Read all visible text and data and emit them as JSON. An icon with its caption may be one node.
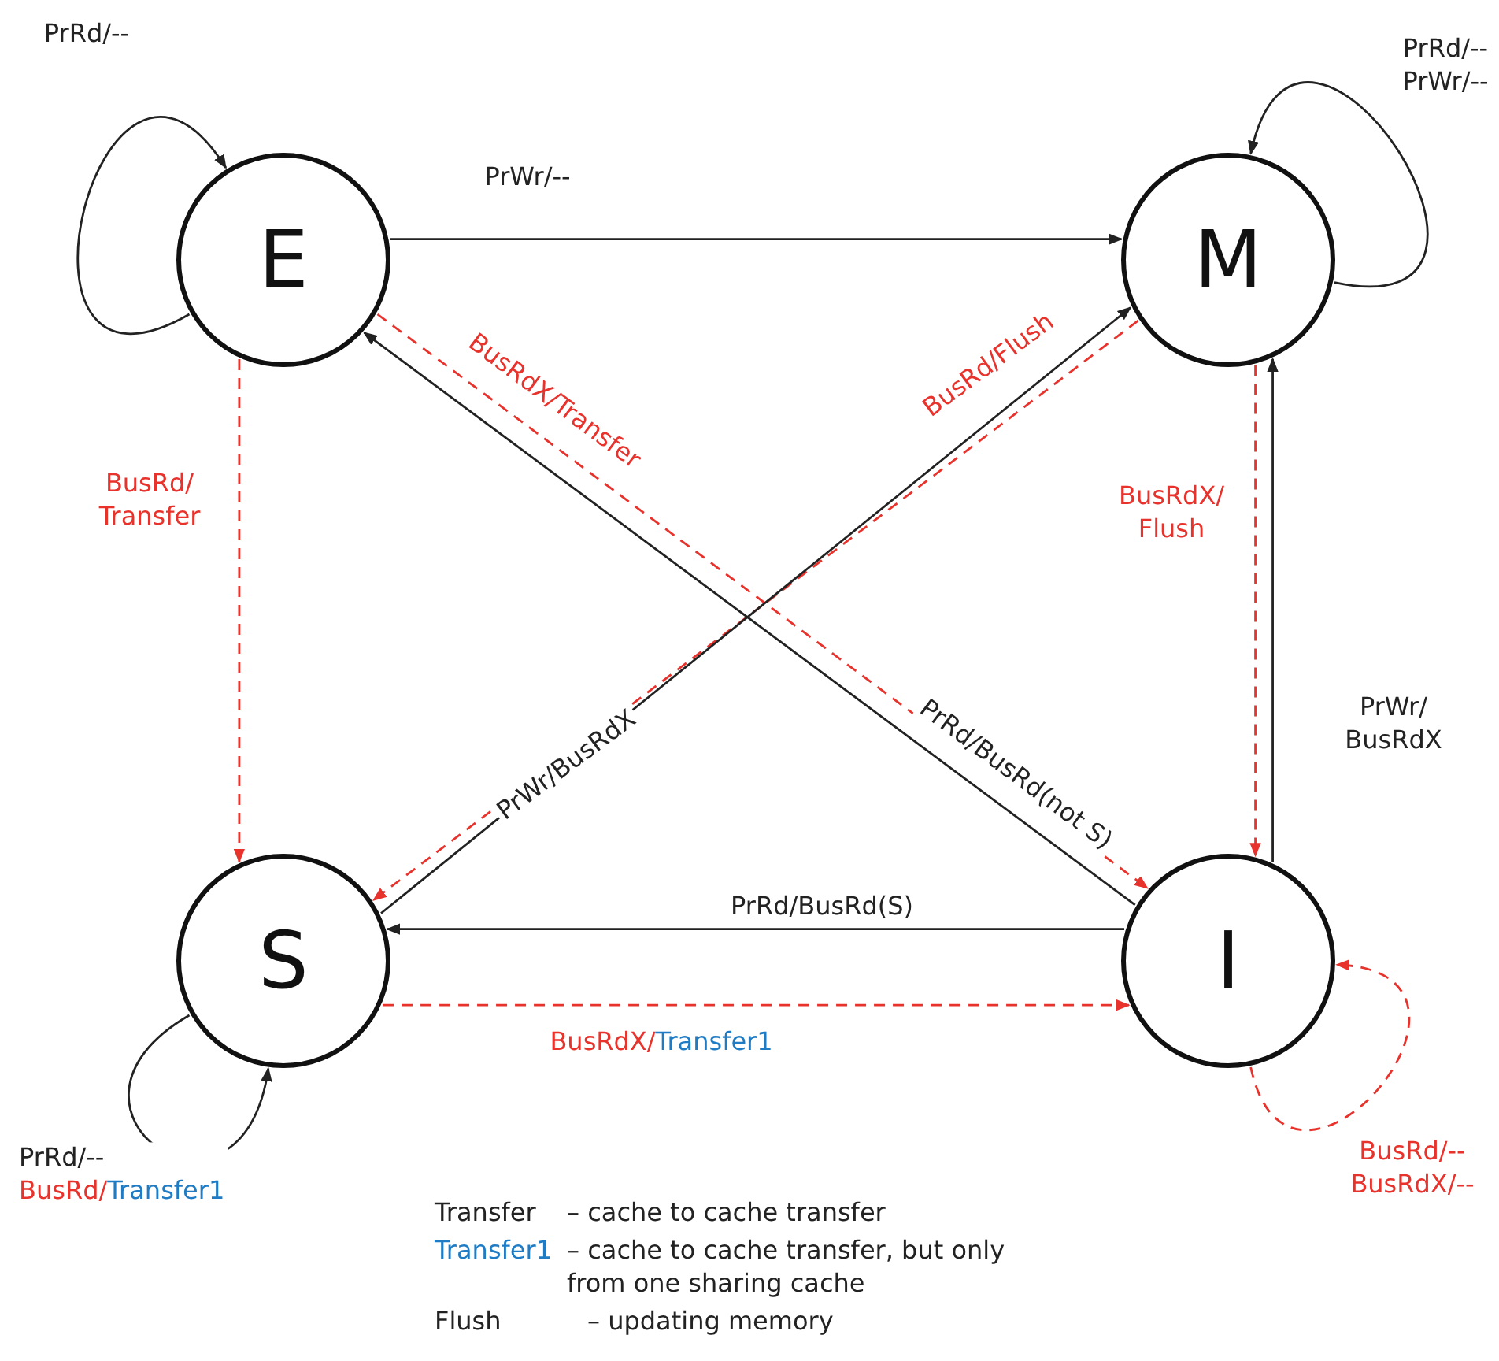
{
  "diagram": {
    "nodes": [
      {
        "text": [
          "E"
        ]
      },
      {
        "text": [
          "M"
        ]
      },
      {
        "text": [
          "S"
        ]
      },
      {
        "text": [
          "I"
        ]
      }
    ],
    "edges": [
      {
        "from": 0,
        "to": 1,
        "arrow": "to",
        "label": "PrWr/--"
      },
      {
        "from": 0,
        "to": 0,
        "arrow": "to",
        "label": "PrRd/--"
      },
      {
        "from": 1,
        "to": 1,
        "arrow": "to",
        "label": "PrRd/-- PrWr/--"
      },
      {
        "from": 0,
        "to": 2,
        "arrow": "to",
        "label": "BusRd/ Transfer",
        "style": "dashed",
        "color": "#e8322c"
      },
      {
        "from": 0,
        "to": 3,
        "arrow": "to",
        "label": "BusRdX/Transfer",
        "style": "dashed",
        "color": "#e8322c"
      },
      {
        "from": 1,
        "to": 2,
        "arrow": "to",
        "label": "BusRd/Flush",
        "style": "dashed",
        "color": "#e8322c"
      },
      {
        "from": 1,
        "to": 3,
        "arrow": "to",
        "label": "BusRdX/ Flush",
        "style": "dashed",
        "color": "#e8322c"
      },
      {
        "from": 3,
        "to": 0,
        "arrow": "to",
        "label": "PrRd/BusRd(not S)"
      },
      {
        "from": 2,
        "to": 1,
        "arrow": "to",
        "label": "PrWr/BusRdX"
      },
      {
        "from": 3,
        "to": 1,
        "arrow": "to",
        "label": "PrWr/ BusRdX"
      },
      {
        "from": 3,
        "to": 2,
        "arrow": "to",
        "label": "PrRd/BusRd(S)"
      },
      {
        "from": 2,
        "to": 3,
        "arrow": "to",
        "label": "BusRdX/Transfer1",
        "style": "dashed",
        "color": "#e8322c"
      },
      {
        "from": 2,
        "to": 2,
        "arrow": "to",
        "label": "PrRd/-- BusRd/Transfer1"
      },
      {
        "from": 3,
        "to": 3,
        "arrow": "to",
        "label": "BusRd/-- BusRdX/--",
        "style": "dashed",
        "color": "#e8322c"
      }
    ],
    "labels": [
      "Transfer",
      "– cache to cache transfer",
      "Transfer1",
      "– cache to cache transfer, but only from one sharing cache",
      "Flush",
      "– updating memory"
    ]
  }
}
